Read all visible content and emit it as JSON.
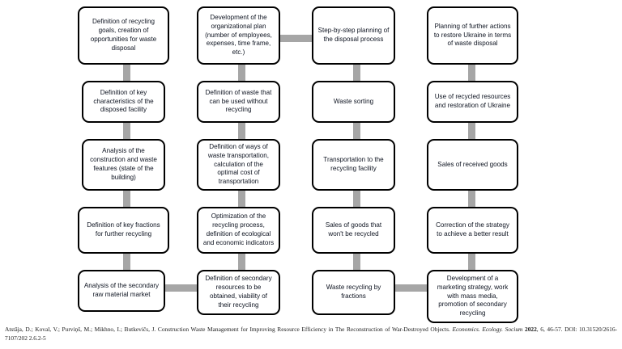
{
  "diagram": {
    "type": "flowchart",
    "columns": [
      {
        "id": "column-1",
        "nodes": [
          "Definition of recycling goals, creation of opportunities for waste disposal",
          "Definition of key characteristics of the disposed facility",
          "Analysis of the construction and waste features (state of the building)",
          "Definition of key fractions for further recycling",
          "Analysis of the secondary raw material market"
        ]
      },
      {
        "id": "column-2",
        "nodes": [
          "Development of the organizational plan (number of employees, expenses, time frame, etc.)",
          "Definition of waste that can be used without recycling",
          "Definition of ways of waste transportation, calculation of the optimal cost of transportation",
          "Optimization of the recycling process, definition of ecological and economic indicators",
          "Definition of secondary resources to be obtained, viability of their recycling"
        ]
      },
      {
        "id": "column-3",
        "nodes": [
          "Step-by-step planning of the disposal process",
          "Waste sorting",
          "Transportation to the recycling facility",
          "Sales of goods that won't be recycled",
          "Waste recycling by fractions"
        ]
      },
      {
        "id": "column-4",
        "nodes": [
          "Planning of further actions to restore Ukraine in terms of waste disposal",
          "Use of recycled resources and restoration of Ukraine",
          "Sales of received goods",
          "Correction of the strategy to achieve a better result",
          "Development of a marketing strategy, work with mass media, promotion of secondary recycling"
        ]
      }
    ],
    "colors": {
      "node_border": "#000000",
      "node_fill": "#ffffff",
      "connector": "#a6a6a6",
      "text": "#0d1320"
    }
  },
  "citation": {
    "authors": "Atstāja, D.; Koval, V.; Purviņš, M.; Mikhno, I.; Butkevičs, J.",
    "title": "Construction Waste Management for Improving Resource Efficiency in The Reconstruction of War-Destroyed Objects.",
    "journal": "Economics. Ecology. Socium",
    "year": "2022",
    "volume_pages": ", 6, 46-57.",
    "doi_label": "DOI:",
    "doi": "10.31520/2616-7107/202 2.6.2-5"
  }
}
